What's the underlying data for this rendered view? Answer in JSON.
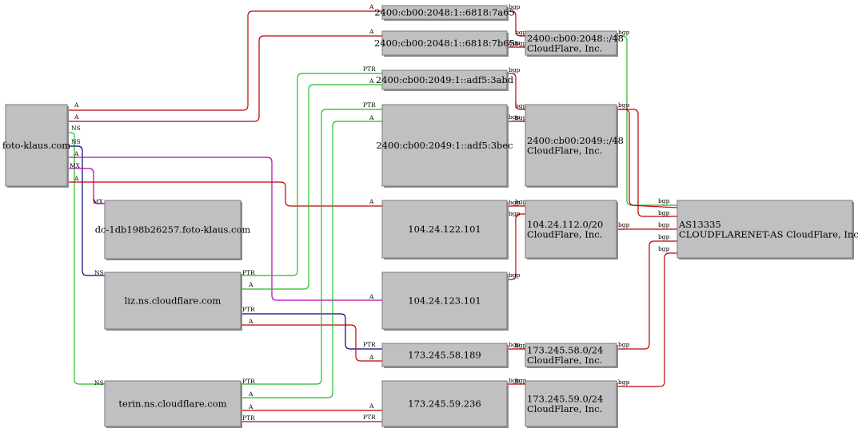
{
  "colors": {
    "A": "#c00000",
    "PTR": "#22bb22",
    "NS": "#000080",
    "MX": "#b000b0",
    "bgp": "#c00000",
    "node_fill": "#c0bfc1"
  },
  "nodes": [
    {
      "id": "domain",
      "lines": [
        "foto-klaus.com"
      ]
    },
    {
      "id": "mx",
      "lines": [
        "dc-1db198b26257.foto-klaus.com"
      ]
    },
    {
      "id": "liz",
      "lines": [
        "liz.ns.cloudflare.com"
      ]
    },
    {
      "id": "terin",
      "lines": [
        "terin.ns.cloudflare.com"
      ]
    },
    {
      "id": "v6a65",
      "lines": [
        "2400:cb00:2048:1::6818:7a65"
      ]
    },
    {
      "id": "v6b65",
      "lines": [
        "2400:cb00:2048:1::6818:7b65"
      ]
    },
    {
      "id": "v6abd",
      "lines": [
        "2400:cb00:2049:1::adf5:3abd"
      ]
    },
    {
      "id": "v6bec",
      "lines": [
        "2400:cb00:2049:1::adf5:3bec"
      ]
    },
    {
      "id": "ip101",
      "lines": [
        "104.24.122.101"
      ]
    },
    {
      "id": "ip123",
      "lines": [
        "104.24.123.101"
      ]
    },
    {
      "id": "ip189",
      "lines": [
        "173.245.58.189"
      ]
    },
    {
      "id": "ip236",
      "lines": [
        "173.245.59.236"
      ]
    },
    {
      "id": "pfx2048",
      "lines": [
        "2400:cb00:2048::/48",
        "CloudFlare, Inc."
      ]
    },
    {
      "id": "pfx2049",
      "lines": [
        "2400:cb00:2049::/48",
        "CloudFlare, Inc."
      ]
    },
    {
      "id": "pfx104",
      "lines": [
        "104.24.112.0/20",
        "CloudFlare, Inc."
      ]
    },
    {
      "id": "pfx58",
      "lines": [
        "173.245.58.0/24",
        "CloudFlare, Inc."
      ]
    },
    {
      "id": "pfx59",
      "lines": [
        "173.245.59.0/24",
        "CloudFlare, Inc."
      ]
    },
    {
      "id": "as",
      "lines": [
        "AS13335",
        "CLOUDFLARENET-AS CloudFlare, Inc."
      ]
    }
  ],
  "edges": [
    {
      "id": "e-dom-a65",
      "type": "A",
      "label": "A"
    },
    {
      "id": "e-dom-b65",
      "type": "A",
      "label": "A"
    },
    {
      "id": "e-dom-ns-terin",
      "type": "PTR",
      "label": "NS"
    },
    {
      "id": "e-dom-ns-liz",
      "type": "NS",
      "label": "NS"
    },
    {
      "id": "e-dom-a-123",
      "type": "MX",
      "label": "A"
    },
    {
      "id": "e-dom-mx",
      "type": "MX",
      "label": "MX"
    },
    {
      "id": "e-dom-a-101",
      "type": "A",
      "label": "A"
    },
    {
      "id": "e-liz-ptr-abd",
      "type": "PTR",
      "label": "PTR"
    },
    {
      "id": "e-liz-a-abd",
      "type": "PTR",
      "label": "A"
    },
    {
      "id": "e-liz-ptr-189",
      "type": "NS",
      "label": "PTR"
    },
    {
      "id": "e-liz-a-189",
      "type": "A",
      "label": "A"
    },
    {
      "id": "e-terin-ptr-bec",
      "type": "PTR",
      "label": "PTR"
    },
    {
      "id": "e-terin-a-bec",
      "type": "PTR",
      "label": "A"
    },
    {
      "id": "e-terin-a-236",
      "type": "A",
      "label": "A"
    },
    {
      "id": "e-terin-ptr-236",
      "type": "A",
      "label": "PTR"
    },
    {
      "id": "e-a65-pfx",
      "type": "bgp",
      "label": "bgp"
    },
    {
      "id": "e-b65-pfx",
      "type": "bgp",
      "label": "bgp"
    },
    {
      "id": "e-abd-pfx",
      "type": "bgp",
      "label": "bgp"
    },
    {
      "id": "e-bec-pfx",
      "type": "bgp",
      "label": "bgp"
    },
    {
      "id": "e-101-pfx",
      "type": "bgp",
      "label": "bgp"
    },
    {
      "id": "e-123-pfx",
      "type": "bgp",
      "label": "bgp"
    },
    {
      "id": "e-189-pfx",
      "type": "bgp",
      "label": "bgp"
    },
    {
      "id": "e-236-pfx",
      "type": "bgp",
      "label": "bgp"
    },
    {
      "id": "e-pfx2048-as",
      "type": "PTR",
      "label": "bgp"
    },
    {
      "id": "e-pfx2049-as-a",
      "type": "bgp",
      "label": "bgp"
    },
    {
      "id": "e-pfx2049-as-b",
      "type": "bgp",
      "label": "bgp"
    },
    {
      "id": "e-pfx104-as",
      "type": "bgp",
      "label": "bgp"
    },
    {
      "id": "e-pfx58-as",
      "type": "bgp",
      "label": "bgp"
    },
    {
      "id": "e-pfx59-as",
      "type": "bgp",
      "label": "bgp"
    }
  ]
}
